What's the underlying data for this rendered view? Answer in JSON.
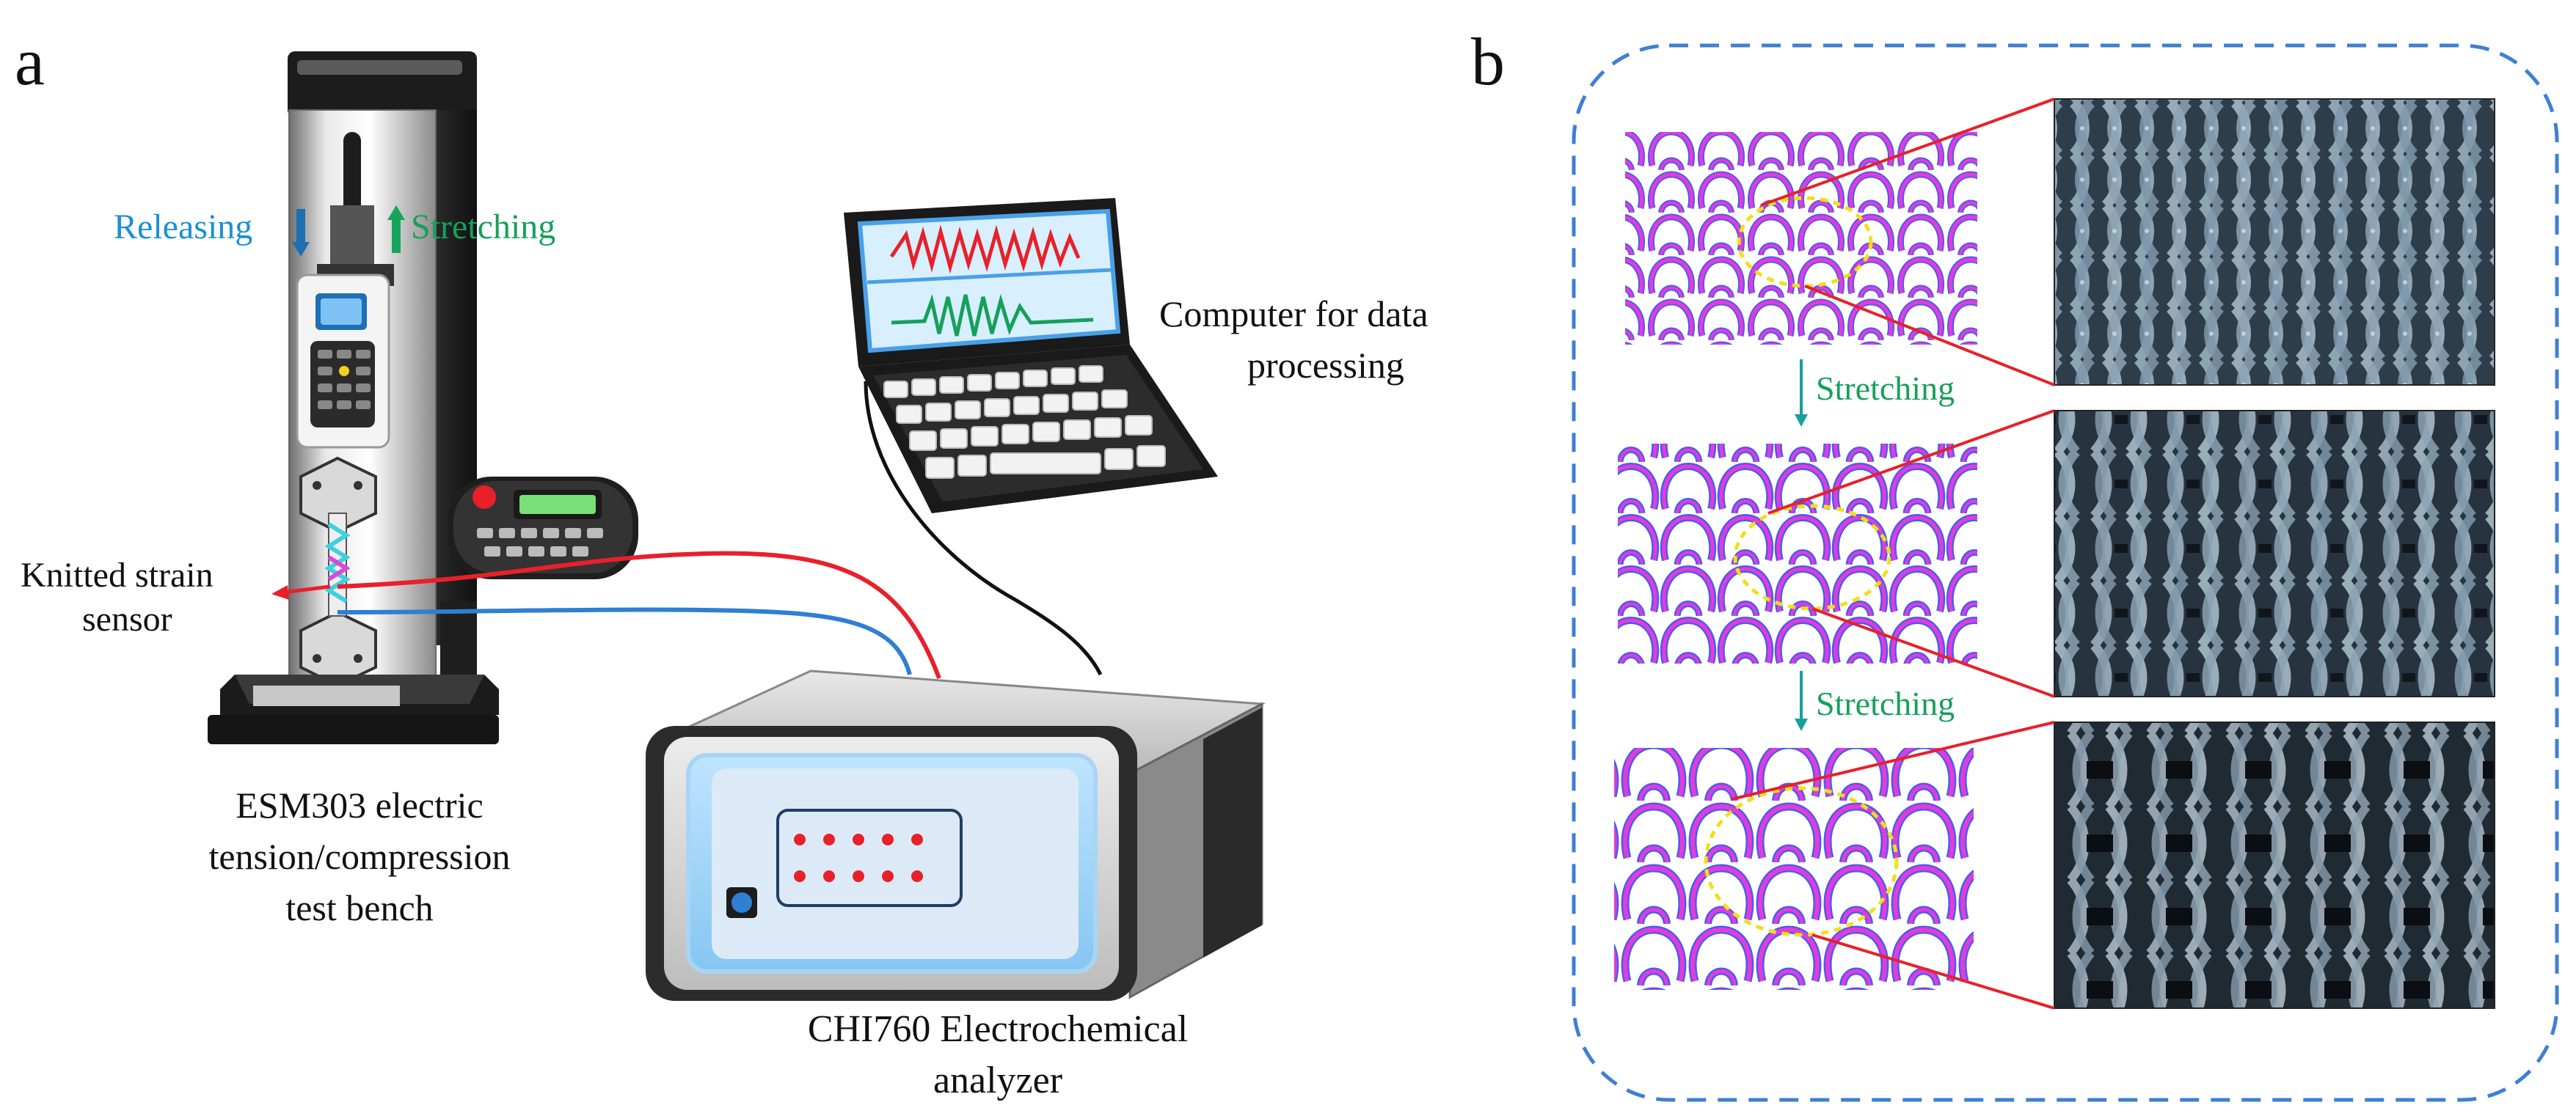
{
  "panel_a": {
    "letter": "a",
    "releasing": "Releasing",
    "stretching": "Stretching",
    "sensor_label_line1": "Knitted strain",
    "sensor_label_line2": "sensor",
    "bench_label_line1": "ESM303 electric",
    "bench_label_line2": "tension/compression",
    "bench_label_line3": "test bench",
    "computer_label_line1": "Computer for data",
    "computer_label_line2": "processing",
    "analyzer_label_line1": "CHI760 Electrochemical",
    "analyzer_label_line2": "analyzer"
  },
  "panel_b": {
    "letter": "b",
    "arrow_label_1": "Stretching",
    "arrow_label_2": "Stretching"
  },
  "colors": {
    "releasing": "#1a8fd6",
    "stretching": "#16a05a",
    "red_wire": "#e8202a",
    "blue_wire": "#2f7fd2",
    "dashed_border": "#3f7fd4",
    "knit_pink": "#e43bd8",
    "knit_blue": "#4a5cf0",
    "photo_base": "#3a4b5a"
  }
}
